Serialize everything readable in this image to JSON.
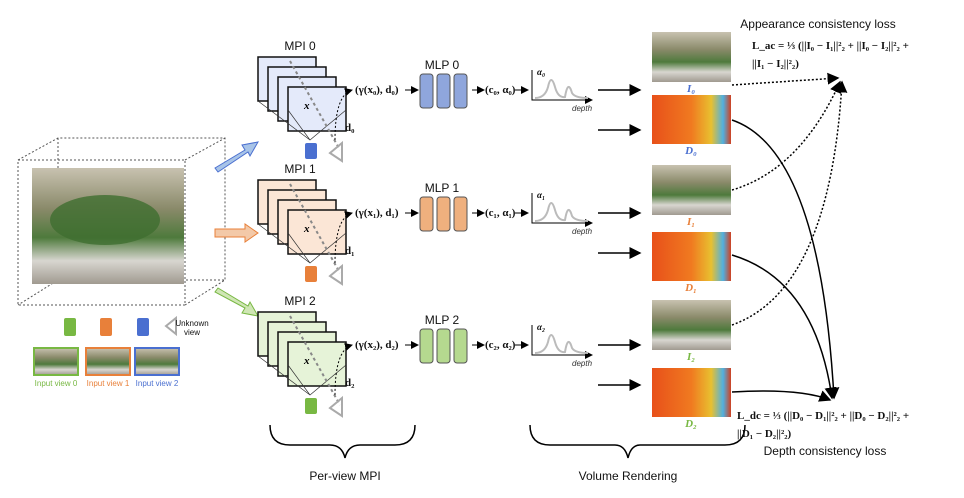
{
  "colors": {
    "view0": "#78b843",
    "view1": "#e8803a",
    "view2": "#4a6fd0",
    "mlp0": "#8fa6dc",
    "mlp1": "#efb07e",
    "mlp2": "#b5d98f",
    "unknown": "#aaaaaa"
  },
  "scene": {
    "unknown_view": [
      "Unknown",
      "view"
    ],
    "input_views": [
      "Input view 0",
      "Input view 1",
      "Input view 2"
    ]
  },
  "rows": [
    {
      "mpi": "MPI 0",
      "mlp": "MLP 0",
      "x": "x",
      "sub": "0",
      "enc": "(γ(x₀), d₀)",
      "out": "(c₀, α₀)",
      "alpha": "α₀",
      "d": "d₀",
      "depth": "depth",
      "I": "I₀",
      "D": "D₀"
    },
    {
      "mpi": "MPI 1",
      "mlp": "MLP 1",
      "x": "x",
      "sub": "1",
      "enc": "(γ(x₁), d₁)",
      "out": "(c₁, α₁)",
      "alpha": "α₁",
      "d": "d₁",
      "depth": "depth",
      "I": "I₁",
      "D": "D₁"
    },
    {
      "mpi": "MPI 2",
      "mlp": "MLP 2",
      "x": "x",
      "sub": "2",
      "enc": "(γ(x₂), d₂)",
      "out": "(c₂, α₂)",
      "alpha": "α₂",
      "d": "d₂",
      "depth": "depth",
      "I": "I₂",
      "D": "D₂"
    }
  ],
  "sections": {
    "per_view": "Per-view MPI",
    "volume": "Volume Rendering"
  },
  "losses": {
    "appearance_title": "Appearance consistency loss",
    "lac_line1": "L_ac = ⅓ (||I₀ − I₁||²₂ + ||I₀ − I₂||²₂ +",
    "lac_line2": "||I₁ − I₂||²₂)",
    "depth_title": "Depth consistency loss",
    "ldc_line1": "L_dc = ⅓ (||D₀ − D₁||²₂ + ||D₀ − D₂||²₂ +",
    "ldc_line2": "||D₁ − D₂||²₂)"
  }
}
